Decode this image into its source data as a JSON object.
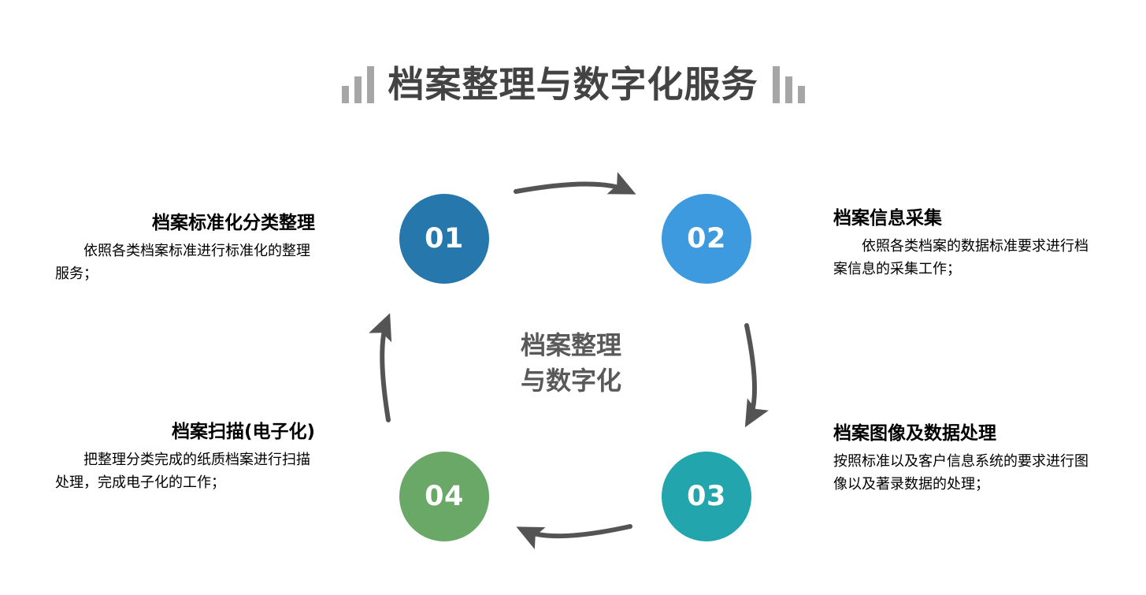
{
  "title": {
    "text": "档案整理与数字化服务",
    "decoration_left": "ascending-bars",
    "decoration_right": "descending-bars",
    "color": "#434343"
  },
  "center": {
    "line1": "档案整理",
    "line2": "与数字化",
    "color": "#595959"
  },
  "colors": {
    "step1": "#2677ab",
    "step2": "#3d9ade",
    "step3": "#22a5ac",
    "step4": "#6aa867",
    "arrow": "#545454",
    "decoration": "#a6a6a6"
  },
  "steps": [
    {
      "number": "01",
      "color": "#2677ab",
      "side": "left",
      "heading": "档案标准化分类整理",
      "body": "依照各类档案标准进行标准化的整理服务；"
    },
    {
      "number": "02",
      "color": "#3d9ade",
      "side": "right",
      "heading": "档案信息采集",
      "body": "依照各类档案的数据标准要求进行档案信息的采集工作；"
    },
    {
      "number": "03",
      "color": "#22a5ac",
      "side": "right",
      "heading": "档案图像及数据处理",
      "body": "按照标准以及客户信息系统的要求进行图像以及著录数据的处理；"
    },
    {
      "number": "04",
      "color": "#6aa867",
      "side": "left",
      "heading": "档案扫描(电子化)",
      "body": "把整理分类完成的纸质档案进行扫描处理，完成电子化的工作；"
    }
  ],
  "arrows": [
    {
      "name": "arrow-01-to-02",
      "direction": "right"
    },
    {
      "name": "arrow-02-to-03",
      "direction": "down"
    },
    {
      "name": "arrow-03-to-04",
      "direction": "left"
    },
    {
      "name": "arrow-04-to-01",
      "direction": "up"
    }
  ]
}
